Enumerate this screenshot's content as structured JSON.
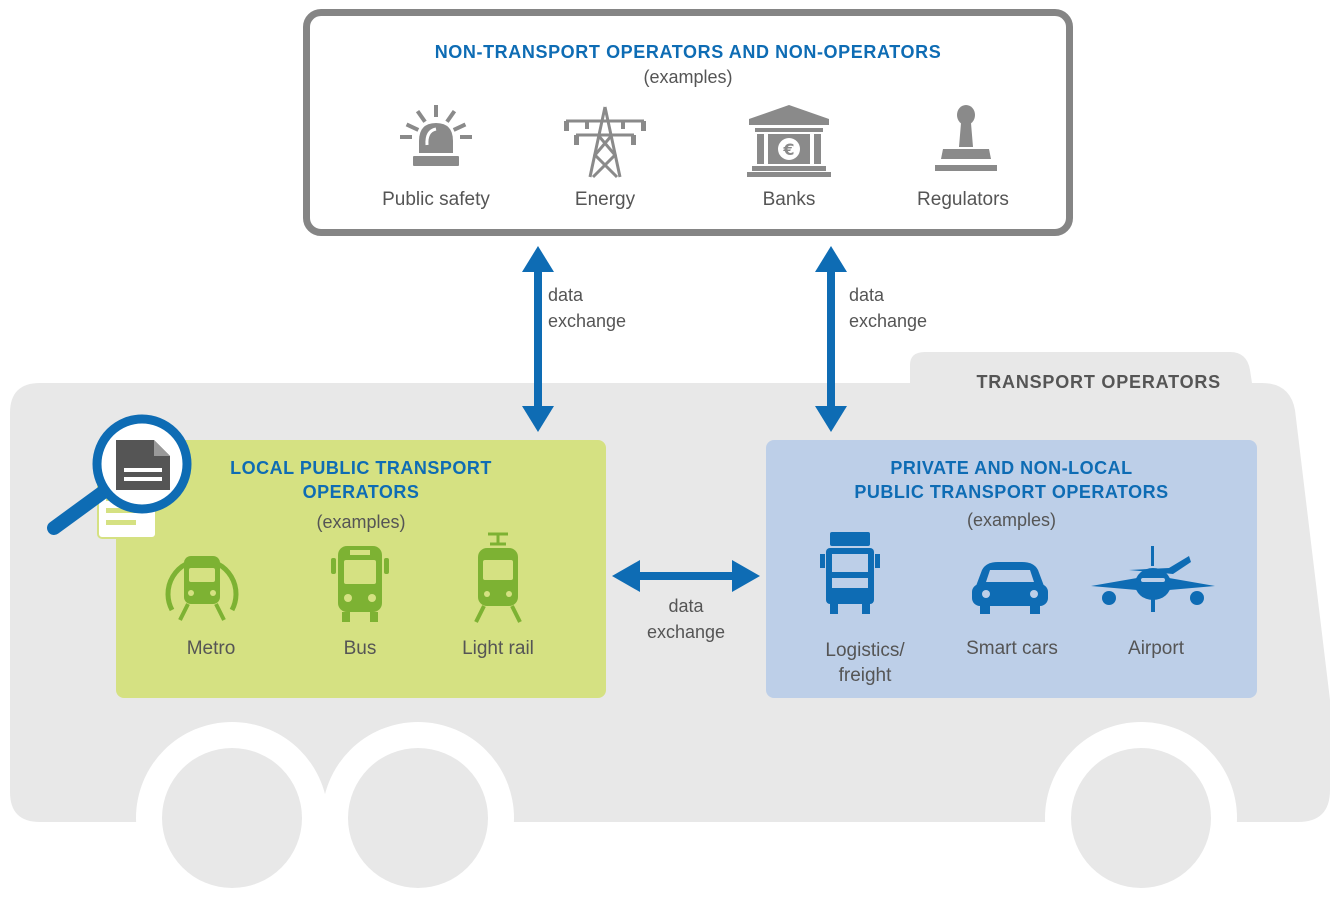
{
  "colors": {
    "title_blue": "#0e6cb4",
    "arrow_blue": "#0e6cb4",
    "icon_gray": "#8a8a8a",
    "icon_green": "#7db233",
    "icon_blue": "#0e6cb4",
    "local_box": "#d5e182",
    "private_box": "#bdcfe8",
    "bus_body": "#e8e8e8"
  },
  "top_box": {
    "title": "NON-TRANSPORT OPERATORS AND NON-OPERATORS",
    "subtitle": "(examples)",
    "items": [
      {
        "label": "Public safety",
        "icon": "siren-icon"
      },
      {
        "label": "Energy",
        "icon": "power-pylon-icon"
      },
      {
        "label": "Banks",
        "icon": "bank-euro-icon"
      },
      {
        "label": "Regulators",
        "icon": "stamp-icon"
      }
    ]
  },
  "arrows": {
    "left_vertical": {
      "line1": "data",
      "line2": "exchange"
    },
    "right_vertical": {
      "line1": "data",
      "line2": "exchange"
    },
    "horizontal": {
      "line1": "data",
      "line2": "exchange"
    }
  },
  "transport": {
    "title": "TRANSPORT OPERATORS",
    "local": {
      "title_line1": "LOCAL PUBLIC TRANSPORT",
      "title_line2": "OPERATORS",
      "subtitle": "(examples)",
      "items": [
        {
          "label": "Metro",
          "icon": "metro-icon"
        },
        {
          "label": "Bus",
          "icon": "bus-icon"
        },
        {
          "label": "Light rail",
          "icon": "tram-icon"
        }
      ]
    },
    "private": {
      "title_line1": "PRIVATE AND NON-LOCAL",
      "title_line2": "PUBLIC TRANSPORT OPERATORS",
      "subtitle": "(examples)",
      "items": [
        {
          "label_line1": "Logistics/",
          "label_line2": "freight",
          "icon": "truck-icon"
        },
        {
          "label_line1": "Smart cars",
          "label_line2": "",
          "icon": "car-icon"
        },
        {
          "label_line1": "Airport",
          "label_line2": "",
          "icon": "airplane-icon"
        }
      ]
    }
  }
}
